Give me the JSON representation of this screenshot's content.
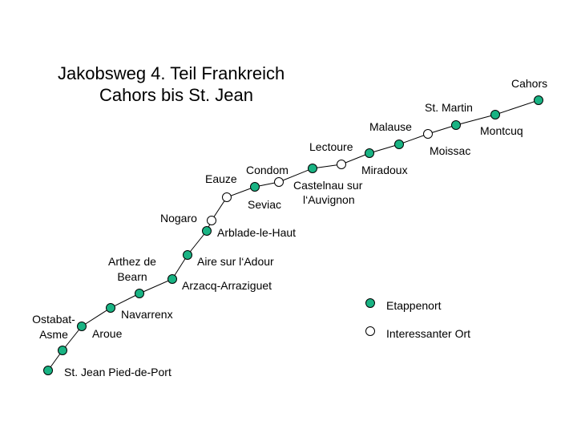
{
  "title": {
    "line1": "Jakobsweg 4. Teil Frankreich",
    "line2": "Cahors bis St. Jean"
  },
  "colors": {
    "stage_fill": "#19b383",
    "interesting_fill": "#ffffff",
    "stroke": "#000000"
  },
  "legend": {
    "stage_label": "Etappenort",
    "interesting_label": "Interessanter Ort"
  },
  "stops": [
    {
      "id": "cahors",
      "type": "stage",
      "label": [
        "Cahors"
      ]
    },
    {
      "id": "montcuq",
      "type": "stage",
      "label": [
        "Montcuq"
      ]
    },
    {
      "id": "st-martin",
      "type": "stage",
      "label": [
        "St. Martin"
      ]
    },
    {
      "id": "moissac",
      "type": "interesting",
      "label": [
        "Moissac"
      ]
    },
    {
      "id": "malause",
      "type": "stage",
      "label": [
        "Malause"
      ]
    },
    {
      "id": "miradoux",
      "type": "stage",
      "label": [
        "Miradoux"
      ]
    },
    {
      "id": "lectoure",
      "type": "interesting",
      "label": [
        "Lectoure"
      ]
    },
    {
      "id": "castelnau",
      "type": "stage",
      "label": [
        "Castelnau sur",
        "l‘Auvignon"
      ]
    },
    {
      "id": "condom",
      "type": "interesting",
      "label": [
        "Condom"
      ]
    },
    {
      "id": "seviac",
      "type": "stage",
      "label": [
        "Seviac"
      ]
    },
    {
      "id": "eauze",
      "type": "interesting",
      "label": [
        "Eauze"
      ]
    },
    {
      "id": "nogaro",
      "type": "interesting",
      "label": [
        "Nogaro"
      ]
    },
    {
      "id": "arblade",
      "type": "stage",
      "label": [
        "Arblade-le-Haut"
      ]
    },
    {
      "id": "aire",
      "type": "stage",
      "label": [
        "Aire sur l‘Adour"
      ]
    },
    {
      "id": "arzacq",
      "type": "stage",
      "label": [
        "Arzacq-Arraziguet"
      ]
    },
    {
      "id": "arthez",
      "type": "stage",
      "label": [
        "Arthez de",
        "Bearn"
      ]
    },
    {
      "id": "navarrenx",
      "type": "stage",
      "label": [
        "Navarrenx"
      ]
    },
    {
      "id": "aroue",
      "type": "stage",
      "label": [
        "Aroue"
      ]
    },
    {
      "id": "ostabat",
      "type": "stage",
      "label": [
        "Ostabat-",
        "Asme"
      ]
    },
    {
      "id": "st-jean",
      "type": "stage",
      "label": [
        "St. Jean Pied-de-Port"
      ]
    }
  ]
}
